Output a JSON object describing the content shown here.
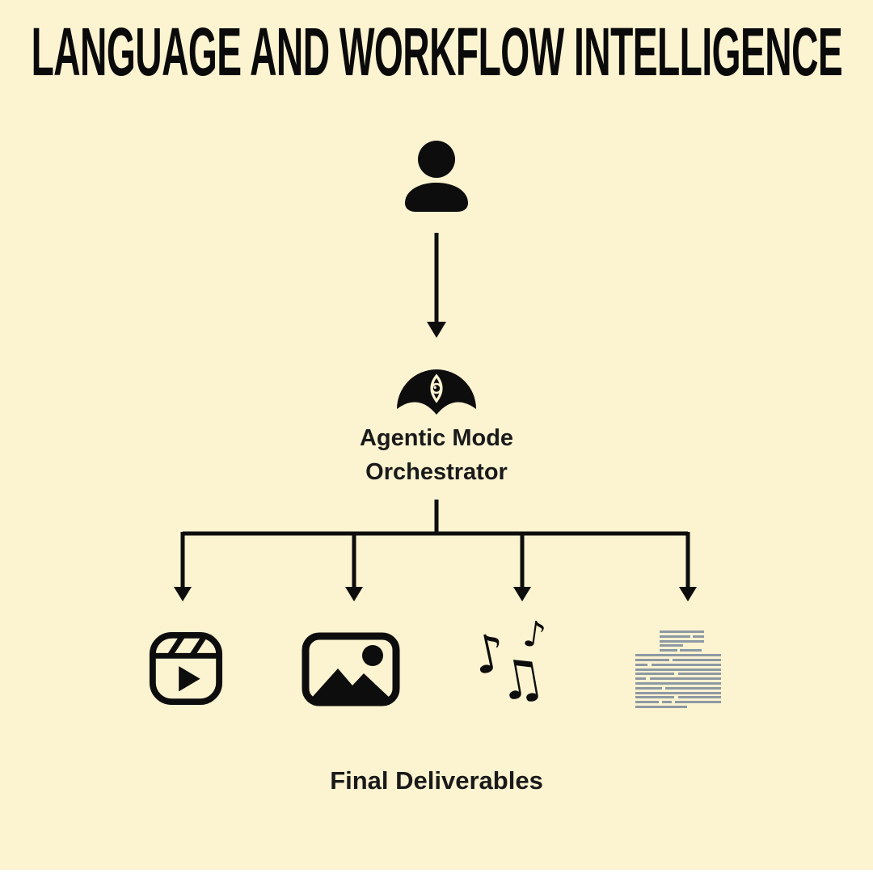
{
  "theme": {
    "background": "#FCF3D1",
    "ink": "#0D0D0D",
    "label_color": "#1A1A1A",
    "doc_line_color": "#8E99A3",
    "bottom_strip_color": "#FFFFFF"
  },
  "title": "LANGUAGE AND WORKFLOW INTELLIGENCE",
  "flow": {
    "user_node": {
      "icon": "person-icon"
    },
    "arrow_user_to_orchestrator": {
      "icon": "arrow-down-icon"
    },
    "orchestrator": {
      "icon": "bat-eye-icon",
      "label_line1": "Agentic Mode",
      "label_line2": "Orchestrator"
    },
    "branch": {
      "icon": "branch-connector-arrows",
      "arrow_count": 4
    },
    "deliverables": [
      {
        "name": "video",
        "icon": "reels-video-icon"
      },
      {
        "name": "image",
        "icon": "image-photo-icon"
      },
      {
        "name": "music",
        "icon": "music-notes-icon"
      },
      {
        "name": "text",
        "icon": "text-document-icon"
      }
    ],
    "footer_label": "Final Deliverables"
  },
  "music_glyphs": {
    "note1": "♪",
    "note2": "♪",
    "note3": "♫"
  },
  "doc_icon": {
    "lines": [
      {
        "indent": 27,
        "segs": [
          69
        ]
      },
      {
        "indent": 27,
        "segs": [
          48,
          17
        ]
      },
      {
        "indent": 27,
        "segs": [
          69
        ]
      },
      {
        "indent": 27,
        "segs": [
          37
        ]
      },
      {
        "indent": 27,
        "segs": [
          28,
          33
        ]
      },
      {
        "indent": 0,
        "segs": [
          96
        ]
      },
      {
        "indent": 0,
        "segs": [
          38,
          54
        ]
      },
      {
        "indent": 0,
        "segs": [
          14,
          78
        ]
      },
      {
        "indent": 0,
        "segs": [
          96
        ]
      },
      {
        "indent": 0,
        "segs": [
          44,
          48
        ]
      },
      {
        "indent": 0,
        "segs": [
          12,
          80
        ]
      },
      {
        "indent": 0,
        "segs": [
          96
        ]
      },
      {
        "indent": 0,
        "segs": [
          30,
          62
        ]
      },
      {
        "indent": 0,
        "segs": [
          96
        ]
      },
      {
        "indent": 0,
        "segs": [
          44,
          48
        ]
      },
      {
        "indent": 0,
        "segs": [
          26,
          11,
          51
        ]
      },
      {
        "indent": 0,
        "segs": [
          58
        ]
      }
    ]
  }
}
